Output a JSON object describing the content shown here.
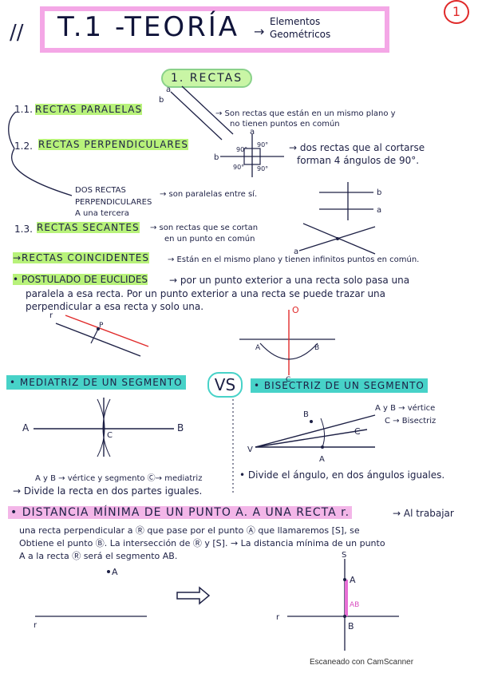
{
  "header": {
    "title": "T.1 -TEORÍA",
    "arrow": "→",
    "subtitle_line1": "Elementos",
    "subtitle_line2": "Geométricos",
    "page_number": "1"
  },
  "section1": {
    "heading": "1. RECTAS",
    "item_1_1_num": "1.1.",
    "item_1_1_label": "RECTAS PARALELAS",
    "item_1_1_desc_1": "→ Son rectas que están en un mismo plano y",
    "item_1_1_desc_2": "no tienen puntos en común",
    "item_1_2_num": "1.2.",
    "item_1_2_label": "RECTAS PERPENDICULARES",
    "item_1_2_desc_1": "→ dos rectas que al cortarse",
    "item_1_2_desc_2": "forman 4 ángulos de 90°.",
    "dos_rectas_1": "DOS RECTAS",
    "dos_rectas_2": "PERPENDICULARES",
    "dos_rectas_3": "A una tercera",
    "dos_rectas_desc": "→ son paralelas entre sí.",
    "item_1_3_num": "1.3.",
    "item_1_3_label": "RECTAS SECANTES",
    "item_1_3_desc_1": "→ son rectas que se cortan",
    "item_1_3_desc_2": "en un punto en común",
    "coincidentes_label": "→RECTAS COINCIDENTES",
    "coincidentes_desc": "→ Están en el mismo plano y tienen infinitos puntos en común.",
    "euclides_label": "• POSTULADO DE EUCLIDES",
    "euclides_desc_1": "→ por un punto exterior a una recta solo pasa una",
    "euclides_desc_2": "paralela a esa recta. Por un punto exterior a una recta se puede trazar una",
    "euclides_desc_3": "perpendicular a esa recta y solo una."
  },
  "diagram_labels": {
    "a": "a",
    "b": "b",
    "deg90": "90°",
    "r": "r",
    "P": "P",
    "O": "O",
    "A": "A",
    "B": "B",
    "C": "C",
    "V": "V",
    "S": "S",
    "AB": "AB"
  },
  "mediatriz": {
    "heading": "• MEDIATRIZ DE UN SEGMENTO",
    "vs": "VS",
    "note_1": "A y B → vértice y segmento Ⓒ→ mediatriz",
    "note_2": "→ Divide la recta en dos partes iguales."
  },
  "bisectriz": {
    "heading": "• BISECTRIZ DE UN SEGMENTO",
    "legend_1": "A y B → vértice",
    "legend_2": "C → Bisectriz",
    "note": "• Divide el ángulo, en dos ángulos iguales."
  },
  "distancia": {
    "heading": "• DISTANCIA MÍNIMA DE UN PUNTO A. A UNA RECTA r.",
    "line_1": "→ Al trabajar",
    "line_2": "una recta perpendicular a Ⓡ que pase por el punto Ⓐ que llamaremos [S], se",
    "line_3": "Obtiene el punto Ⓑ. La intersección de Ⓡ y [S]. → La distancia mínima de un punto",
    "line_4": "A a la recta Ⓡ será el segmento AB."
  },
  "footer": {
    "scanner": "Escaneado con CamScanner"
  },
  "colors": {
    "title_border": "#f4a7e6",
    "highlight_green": "#b8f27a",
    "highlight_teal": "#47d2c8",
    "highlight_pink": "#f3b6e8",
    "highlight_yellow": "#f7f25a",
    "ink": "#1d2045",
    "red": "#e02a2a"
  }
}
